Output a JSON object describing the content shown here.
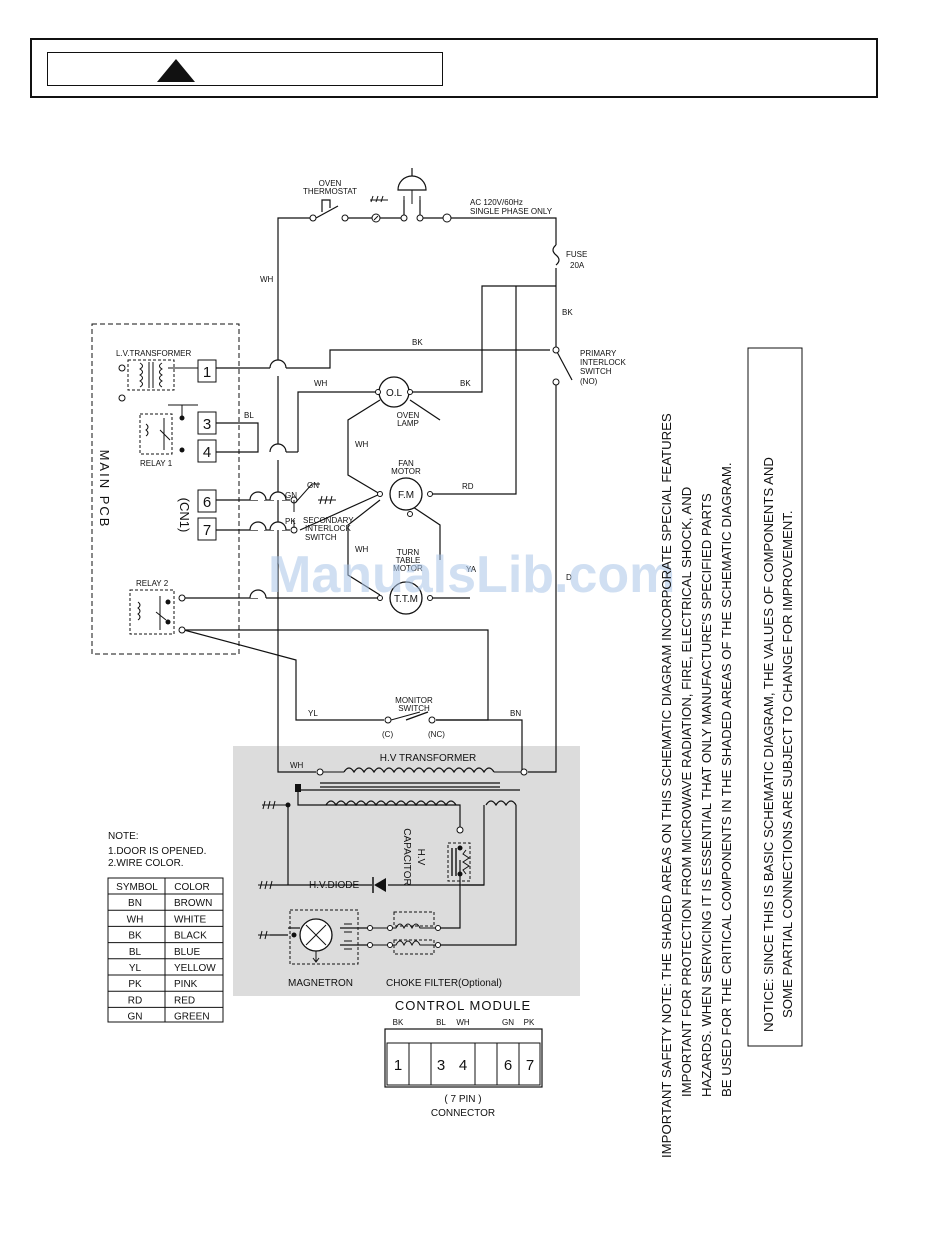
{
  "header": {
    "warning_label": ""
  },
  "labels": {
    "oven_thermostat": [
      "OVEN",
      "THERMOSTAT"
    ],
    "ac_supply": [
      "AC 120V/60Hz",
      "SINGLE PHASE ONLY"
    ],
    "fuse": [
      "FUSE",
      "20A"
    ],
    "primary_switch": [
      "PRIMARY",
      "INTERLOCK",
      "SWITCH",
      "(NO)"
    ],
    "lv_transformer": "L.V.TRANSFORMER",
    "relay1": "RELAY 1",
    "relay2": "RELAY 2",
    "main_pcb": "MAIN PCB",
    "cn1": "(CN1)",
    "oven_lamp_symbol": "O.L",
    "oven_lamp": [
      "OVEN",
      "LAMP"
    ],
    "fan_motor_symbol": "F.M",
    "fan_motor": [
      "FAN",
      "MOTOR"
    ],
    "turntable_symbol": "T.T.M",
    "turntable": [
      "TURN",
      "TABLE",
      "MOTOR"
    ],
    "secondary_switch": [
      "SECONDARY",
      "INTERLOCK",
      "SWITCH"
    ],
    "monitor_switch": [
      "MONITOR",
      "SWITCH"
    ],
    "monitor_c": "(C)",
    "monitor_nc": "(NC)",
    "hv_transformer": "H.V TRANSFORMER",
    "hv_capacitor": [
      "H.V",
      "CAPACITOR"
    ],
    "hv_diode": "H.V.DIODE",
    "magnetron": "MAGNETRON",
    "choke_filter": "CHOKE FILTER(Optional)",
    "pcb_pins": [
      "1",
      "3",
      "4",
      "6",
      "7"
    ]
  },
  "wire_labels": {
    "wh_top": "WH",
    "bk_top": "BK",
    "bk_fuse": "BK",
    "bl": "BL",
    "wh_lamp": "WH",
    "bk_lamp": "BK",
    "wh_left": "WH",
    "rd": "RD",
    "gn": "GN",
    "gn_gnd": "GN",
    "pk": "PK",
    "wh_ttm": "WH",
    "yl_ttm": "YA",
    "rd_right": "D",
    "yl": "YL",
    "bn": "BN",
    "wh_hv": "WH"
  },
  "notes": {
    "title": "NOTE:",
    "lines": [
      "1.DOOR IS OPENED.",
      "2.WIRE COLOR."
    ],
    "table_headers": [
      "SYMBOL",
      "COLOR"
    ],
    "table_rows": [
      [
        "BN",
        "BROWN"
      ],
      [
        "WH",
        "WHITE"
      ],
      [
        "BK",
        "BLACK"
      ],
      [
        "BL",
        "BLUE"
      ],
      [
        "YL",
        "YELLOW"
      ],
      [
        "PK",
        "PINK"
      ],
      [
        "RD",
        "RED"
      ],
      [
        "GN",
        "GREEN"
      ]
    ]
  },
  "control_module": {
    "title": "CONTROL MODULE",
    "wire_labels": [
      "BK",
      "BL",
      "WH",
      "GN",
      "PK"
    ],
    "pins": [
      "1",
      "3",
      "4",
      "6",
      "7"
    ],
    "caption": [
      "( 7 PIN )",
      "CONNECTOR"
    ]
  },
  "safety_note": {
    "lines": [
      "IMPORTANT SAFETY NOTE: THE SHADED AREAS ON THIS SCHEMATIC DIAGRAM INCORPORATE SPECIAL FEATURES",
      "IMPORTANT FOR PROTECTION FROM MICROWAVE RADIATION, FIRE, ELECTRICAL SHOCK, AND",
      "HAZARDS. WHEN SERVICING IT IS ESSENTIAL THAT ONLY MANUFACTURE'S SPECIFIED PARTS",
      "BE USED FOR THE CRITICAL COMPONENTS IN THE SHADED AREAS OF THE SCHEMATIC DIAGRAM."
    ]
  },
  "notice": {
    "lines": [
      "NOTICE: SINCE THIS IS BASIC SCHEMATIC DIAGRAM, THE VALUES OF COMPONENTS AND",
      "SOME PARTIAL CONNECTIONS ARE SUBJECT TO CHANGE FOR IMPROVEMENT."
    ]
  },
  "watermark": "ManualsLib.com",
  "colors": {
    "shaded_area": "#dcdcdc",
    "watermark": "#a9c4e8",
    "ink": "#111111"
  },
  "icons": [
    "warning-triangle-icon",
    "power-plug-icon",
    "ground-icon",
    "fuse-icon",
    "relay-icon",
    "transformer-icon",
    "diode-icon",
    "capacitor-icon",
    "magnetron-icon",
    "switch-icon"
  ]
}
